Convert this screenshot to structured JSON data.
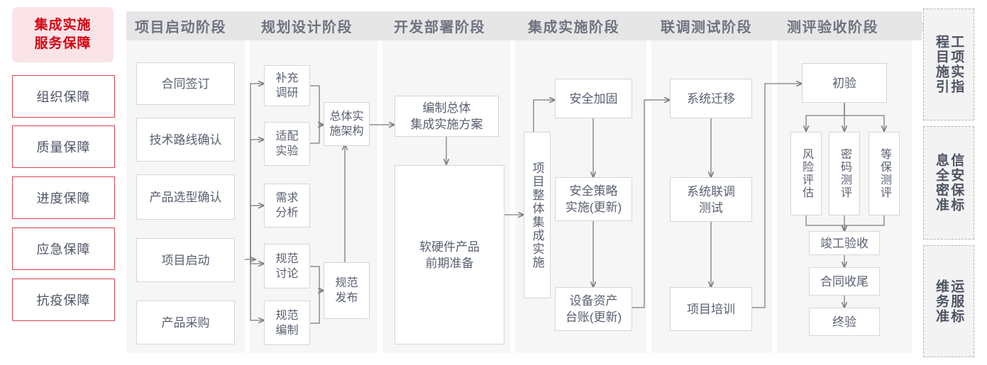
{
  "colors": {
    "accent_red": "#d5000f",
    "rail_border_red": "#d8434f",
    "rail_head_bg": "#fbe4e8",
    "column_bg": "#f6f6f6",
    "chevron_bg": "#e6e6e6",
    "node_border": "#d6d6d6",
    "text": "#5a6070",
    "connector": "#7d7d7d"
  },
  "left_rail": {
    "title": "集成实施\n服务保障",
    "title_line1": "集成实施",
    "title_line2": "服务保障",
    "items": [
      {
        "label": "组织保障"
      },
      {
        "label": "质量保障"
      },
      {
        "label": "进度保障"
      },
      {
        "label": "应急保障"
      },
      {
        "label": "抗疫保障"
      }
    ]
  },
  "phases": [
    {
      "id": "phase-project-kickoff",
      "title": "项目启动阶段",
      "nodes": [
        {
          "id": "contract-signing",
          "label": "合同签订"
        },
        {
          "id": "tech-route-confirm",
          "label": "技术路线确认"
        },
        {
          "id": "product-selection-confirm",
          "label": "产品选型确认"
        },
        {
          "id": "project-kickoff",
          "label": "项目启动"
        },
        {
          "id": "product-procurement",
          "label": "产品采购"
        }
      ]
    },
    {
      "id": "phase-planning-design",
      "title": "规划设计阶段",
      "nodes": [
        {
          "id": "supplementary-research",
          "label": "补充\n调研",
          "line1": "补充",
          "line2": "调研"
        },
        {
          "id": "adaptation-experiment",
          "label": "适配\n实验",
          "line1": "适配",
          "line2": "实验"
        },
        {
          "id": "requirement-analysis",
          "label": "需求\n分析",
          "line1": "需求",
          "line2": "分析"
        },
        {
          "id": "spec-discussion",
          "label": "规范\n讨论",
          "line1": "规范",
          "line2": "讨论"
        },
        {
          "id": "spec-drafting",
          "label": "规范\n编制",
          "line1": "规范",
          "line2": "编制"
        },
        {
          "id": "overall-impl-architecture",
          "label": "总体实\n施架构",
          "line1": "总体实",
          "line2": "施架构"
        },
        {
          "id": "spec-release",
          "label": "规范\n发布",
          "line1": "规范",
          "line2": "发布"
        }
      ]
    },
    {
      "id": "phase-dev-deploy",
      "title": "开发部署阶段",
      "nodes": [
        {
          "id": "compile-overall-plan",
          "label": "编制总体\n集成实施方案",
          "line1": "编制总体",
          "line2": "集成实施方案"
        },
        {
          "id": "hw-sw-preparation",
          "label": "软硬件产品\n前期准备",
          "line1": "软硬件产品",
          "line2": "前期准备"
        }
      ]
    },
    {
      "id": "phase-integration-impl",
      "title": "集成实施阶段",
      "nodes": [
        {
          "id": "overall-integration-impl",
          "label": "项目整体集成实施"
        },
        {
          "id": "security-hardening",
          "label": "安全加固"
        },
        {
          "id": "security-policy-impl",
          "label": "安全策略\n实施(更新)",
          "line1": "安全策略",
          "line2": "实施(更新)"
        },
        {
          "id": "asset-ledger",
          "label": "设备资产\n台账(更新)",
          "line1": "设备资产",
          "line2": "台账(更新)"
        }
      ]
    },
    {
      "id": "phase-joint-test",
      "title": "联调测试阶段",
      "nodes": [
        {
          "id": "system-migration",
          "label": "系统迁移"
        },
        {
          "id": "system-joint-test",
          "label": "系统联调\n测试",
          "line1": "系统联调",
          "line2": "测试"
        },
        {
          "id": "project-training",
          "label": "项目培训"
        }
      ]
    },
    {
      "id": "phase-eval-acceptance",
      "title": "测评验收阶段",
      "nodes": [
        {
          "id": "preliminary-acceptance",
          "label": "初验"
        },
        {
          "id": "risk-assessment",
          "label": "风险评估"
        },
        {
          "id": "crypto-evaluation",
          "label": "密码测评"
        },
        {
          "id": "mlps-evaluation",
          "label": "等保测评"
        },
        {
          "id": "completion-acceptance",
          "label": "竣工验收"
        },
        {
          "id": "contract-closeout",
          "label": "合同收尾"
        },
        {
          "id": "final-acceptance",
          "label": "终验"
        }
      ]
    }
  ],
  "right_rail": {
    "items": [
      {
        "id": "engineering-project-impl-guide",
        "label": "工程项目实施指引",
        "col1": "程目施引",
        "col2": "工项实指"
      },
      {
        "id": "infosec-confidentiality-standard",
        "label": "信息安全保密标准",
        "col1": "息全密准",
        "col2": "信安保标"
      },
      {
        "id": "ops-service-standard",
        "label": "运维服务标准",
        "col1": "维务准",
        "col2": "运服标"
      }
    ]
  }
}
